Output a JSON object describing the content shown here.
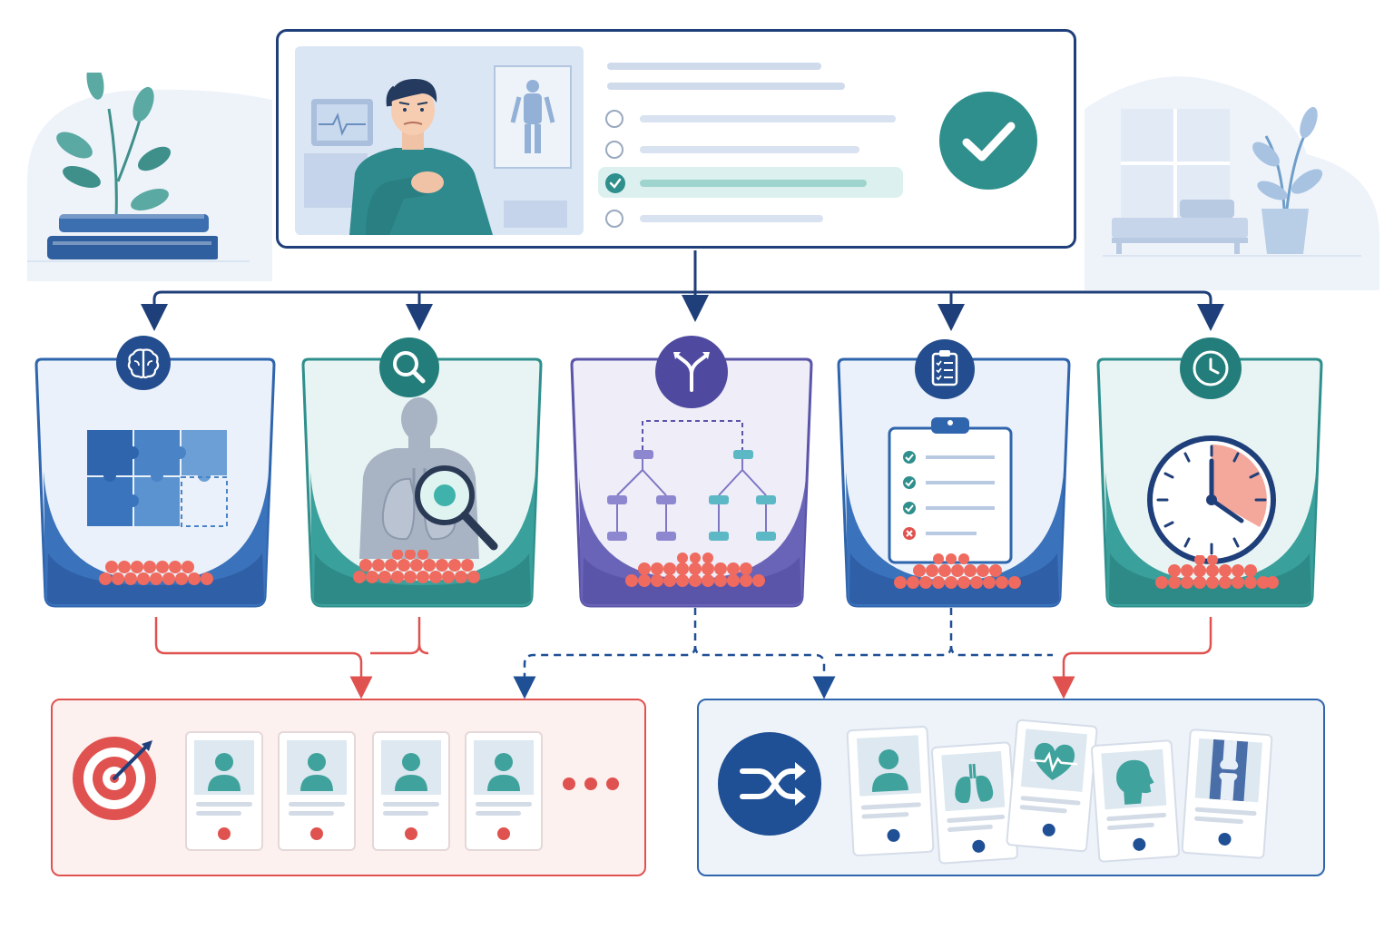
{
  "colors": {
    "navy": "#1f3f7a",
    "blue": "#2f65ad",
    "teal": "#2e8f8c",
    "purple": "#5a55a8",
    "red": "#e0524f",
    "light_blue_bg": "#eef3fa",
    "light_red_bg": "#fdf1f0",
    "bead": "#ef6a5f"
  },
  "case_panel": {
    "scene_icons": [
      "patient-chest-pain-illustration",
      "ecg-monitor-icon",
      "anatomy-poster-icon"
    ],
    "options": [
      {
        "state": "unchecked"
      },
      {
        "state": "unchecked"
      },
      {
        "state": "checked"
      },
      {
        "state": "unchecked"
      }
    ],
    "result_icon": "check-circle-icon"
  },
  "containers": [
    {
      "id": "reasoning",
      "icon": "brain-icon",
      "visual": "puzzle-icon",
      "color": "blue",
      "connector": "solid",
      "target": "focused-set"
    },
    {
      "id": "investigation",
      "icon": "magnifier-icon",
      "visual": "torso-lungs-magnifier-icon",
      "color": "teal",
      "connector": "solid",
      "target": "focused-set"
    },
    {
      "id": "decision",
      "icon": "branch-icon",
      "visual": "decision-tree-icon",
      "color": "purple",
      "connector": "dashed",
      "target": "both"
    },
    {
      "id": "checklist",
      "icon": "clipboard-icon",
      "visual": "clipboard-checklist-icon",
      "color": "blue",
      "connector": "dashed",
      "target": "shuffled-set"
    },
    {
      "id": "time",
      "icon": "clock-icon",
      "visual": "clock-timer-icon",
      "color": "teal",
      "connector": "solid",
      "target": "shuffled-set"
    }
  ],
  "focused_set": {
    "icon": "target-icon",
    "cards": [
      {
        "icon": "person-icon"
      },
      {
        "icon": "person-icon"
      },
      {
        "icon": "person-icon"
      },
      {
        "icon": "person-icon"
      }
    ],
    "more_icon": "ellipsis-icon"
  },
  "shuffled_set": {
    "icon": "shuffle-icon",
    "cards": [
      {
        "icon": "person-icon"
      },
      {
        "icon": "lungs-icon"
      },
      {
        "icon": "heart-ecg-icon"
      },
      {
        "icon": "head-profile-icon"
      },
      {
        "icon": "knee-xray-icon"
      }
    ]
  }
}
